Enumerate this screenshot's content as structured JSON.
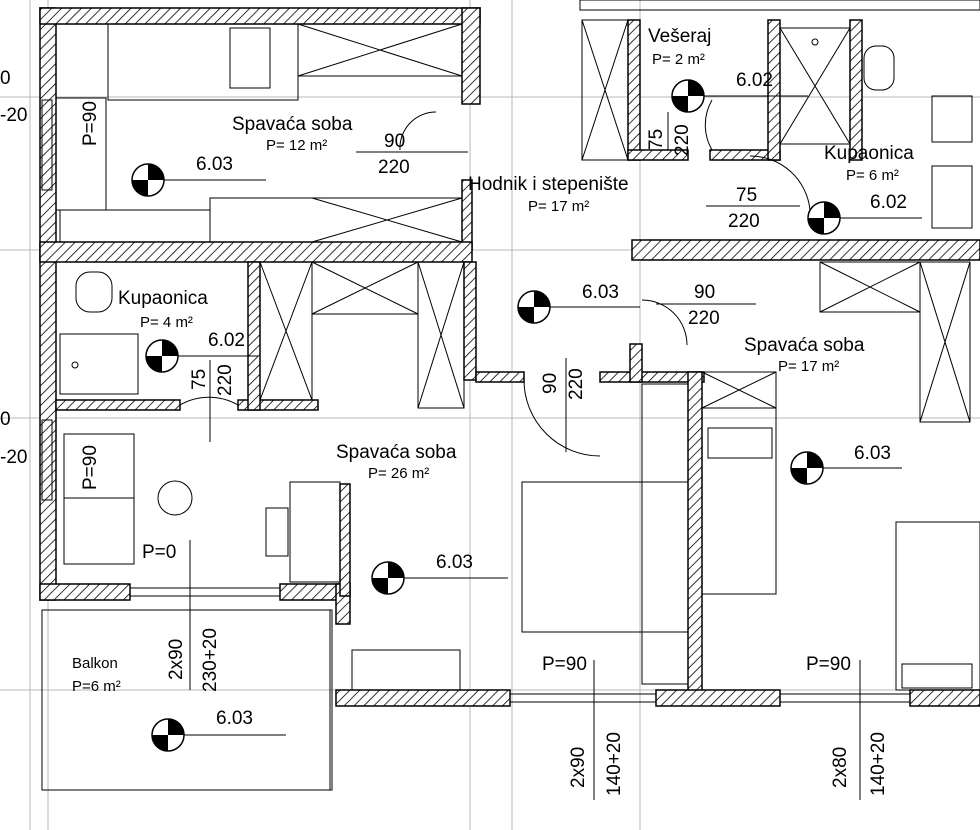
{
  "rooms": [
    {
      "id": "bedroom-1",
      "name": "Spavaća soba",
      "area": "P= 12 m²"
    },
    {
      "id": "bedroom-2",
      "name": "Spavaća soba",
      "area": "P= 26 m²"
    },
    {
      "id": "bedroom-3",
      "name": "Spavaća soba",
      "area": "P= 17 m²"
    },
    {
      "id": "bathroom-1",
      "name": "Kupaonica",
      "area": "P= 4 m²"
    },
    {
      "id": "bathroom-2",
      "name": "Kupaonica",
      "area": "P= 6 m²"
    },
    {
      "id": "laundry",
      "name": "Vešeraj",
      "area": "P= 2 m²"
    },
    {
      "id": "hallway",
      "name": "Hodnik i stepenište",
      "area": "P= 17 m²"
    },
    {
      "id": "balcony",
      "name": "Balkon",
      "area": "P=6 m²"
    }
  ],
  "levels": [
    {
      "id": "lvl-bedroom-1",
      "value": "6.03"
    },
    {
      "id": "lvl-hall",
      "value": "6.03"
    },
    {
      "id": "lvl-laundry",
      "value": "6.02"
    },
    {
      "id": "lvl-bath-2",
      "value": "6.02"
    },
    {
      "id": "lvl-bath-1",
      "value": "6.02"
    },
    {
      "id": "lvl-bedroom-2",
      "value": "6.03"
    },
    {
      "id": "lvl-bedroom-3",
      "value": "6.03"
    },
    {
      "id": "lvl-balcony",
      "value": "6.03"
    }
  ],
  "door_labels": [
    {
      "id": "door-bedroom-1",
      "width": "90",
      "height": "220"
    },
    {
      "id": "door-laundry",
      "width": "75",
      "height": "220"
    },
    {
      "id": "door-bath-2",
      "width": "75",
      "height": "220"
    },
    {
      "id": "door-bedroom-3",
      "width": "90",
      "height": "220"
    },
    {
      "id": "door-bath-1",
      "width": "75",
      "height": "220"
    },
    {
      "id": "door-bedroom-2",
      "width": "90",
      "height": "220"
    }
  ],
  "window_labels": [
    {
      "id": "win-bedroom-1",
      "text": "P=90"
    },
    {
      "id": "win-bedroom-2-left",
      "text": "P=90"
    },
    {
      "id": "win-balcony-door-sill",
      "text": "P=0"
    },
    {
      "id": "win-bedroom-2-right",
      "text": "P=90"
    },
    {
      "id": "win-bedroom-3",
      "text": "P=90"
    },
    {
      "id": "win-balcony-door-size",
      "text": "2x90"
    },
    {
      "id": "win-balcony-door-height",
      "text": "230+20"
    },
    {
      "id": "win-bottom-mid-size",
      "text": "2x90"
    },
    {
      "id": "win-bottom-mid-height",
      "text": "140+20"
    },
    {
      "id": "win-bottom-right-size",
      "text": "2x80"
    },
    {
      "id": "win-bottom-right-height",
      "text": "140+20"
    }
  ],
  "edge_fragments": [
    {
      "id": "edge-top",
      "text": "0"
    },
    {
      "id": "edge-top-20",
      "text": "-20"
    },
    {
      "id": "edge-mid",
      "text": "0"
    },
    {
      "id": "edge-mid-20",
      "text": "-20"
    }
  ]
}
